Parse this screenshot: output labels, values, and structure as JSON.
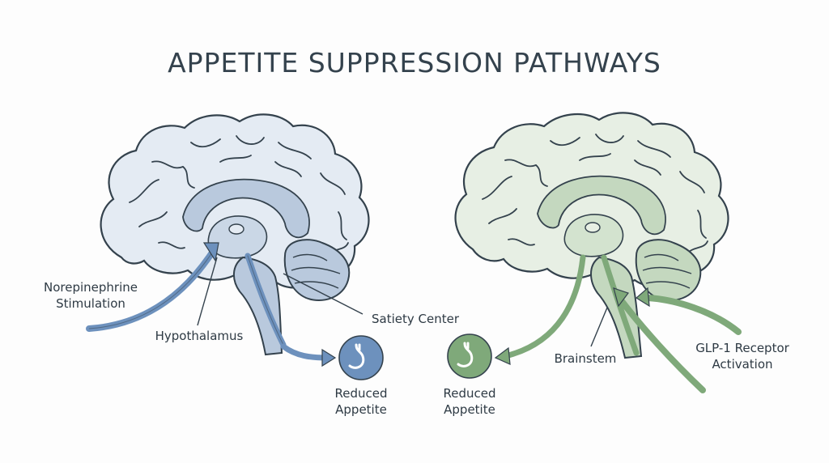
{
  "title": "APPETITE SUPPRESSION PATHWAYS",
  "colors": {
    "outline": "#34424d",
    "left_brain_fill": "#e4ebf3",
    "left_inner_fill": "#b9c9dd",
    "left_accent": "#6d91bd",
    "right_brain_fill": "#e7efe4",
    "right_inner_fill": "#c4d8bf",
    "right_accent": "#7fa97a"
  },
  "left": {
    "input_label_line1": "Norepinephrine",
    "input_label_line2": "Stimulation",
    "region_label": "Hypothalamus",
    "center_label": "Satiety Center",
    "output_label_line1": "Reduced",
    "output_label_line2": "Appetite",
    "output_icon": "stomach-icon"
  },
  "right": {
    "input_label_line1": "GLP-1 Receptor",
    "input_label_line2": "Activation",
    "region_label": "Brainstem",
    "output_label_line1": "Reduced",
    "output_label_line2": "Appetite",
    "output_icon": "stomach-icon"
  }
}
